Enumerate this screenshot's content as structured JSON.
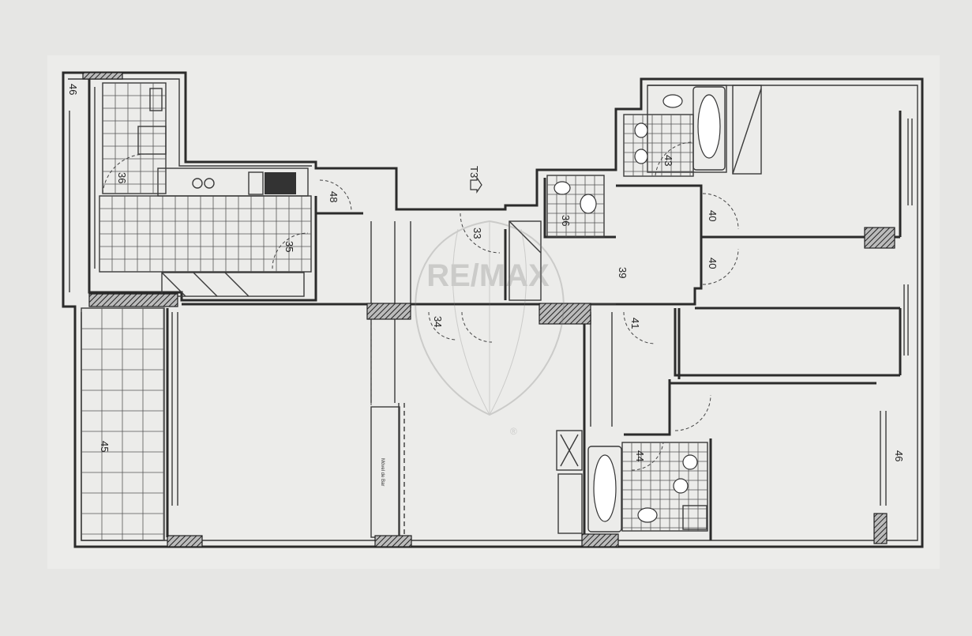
{
  "plan": {
    "unit_label": "T3",
    "watermark": "RE/MAX",
    "watermark_mark": "®",
    "wardrobe_note": "Móvel de Bar",
    "rooms": [
      {
        "id": "r46a",
        "label": "46"
      },
      {
        "id": "r36a",
        "label": "36"
      },
      {
        "id": "r48",
        "label": "48"
      },
      {
        "id": "r35",
        "label": "35"
      },
      {
        "id": "r33",
        "label": "33"
      },
      {
        "id": "r36b",
        "label": "36"
      },
      {
        "id": "r43",
        "label": "43"
      },
      {
        "id": "r40a",
        "label": "40"
      },
      {
        "id": "r40b",
        "label": "40"
      },
      {
        "id": "r39",
        "label": "39"
      },
      {
        "id": "r34",
        "label": "34"
      },
      {
        "id": "r41",
        "label": "41"
      },
      {
        "id": "r45",
        "label": "45"
      },
      {
        "id": "r44",
        "label": "44"
      },
      {
        "id": "r46b",
        "label": "46"
      }
    ]
  }
}
